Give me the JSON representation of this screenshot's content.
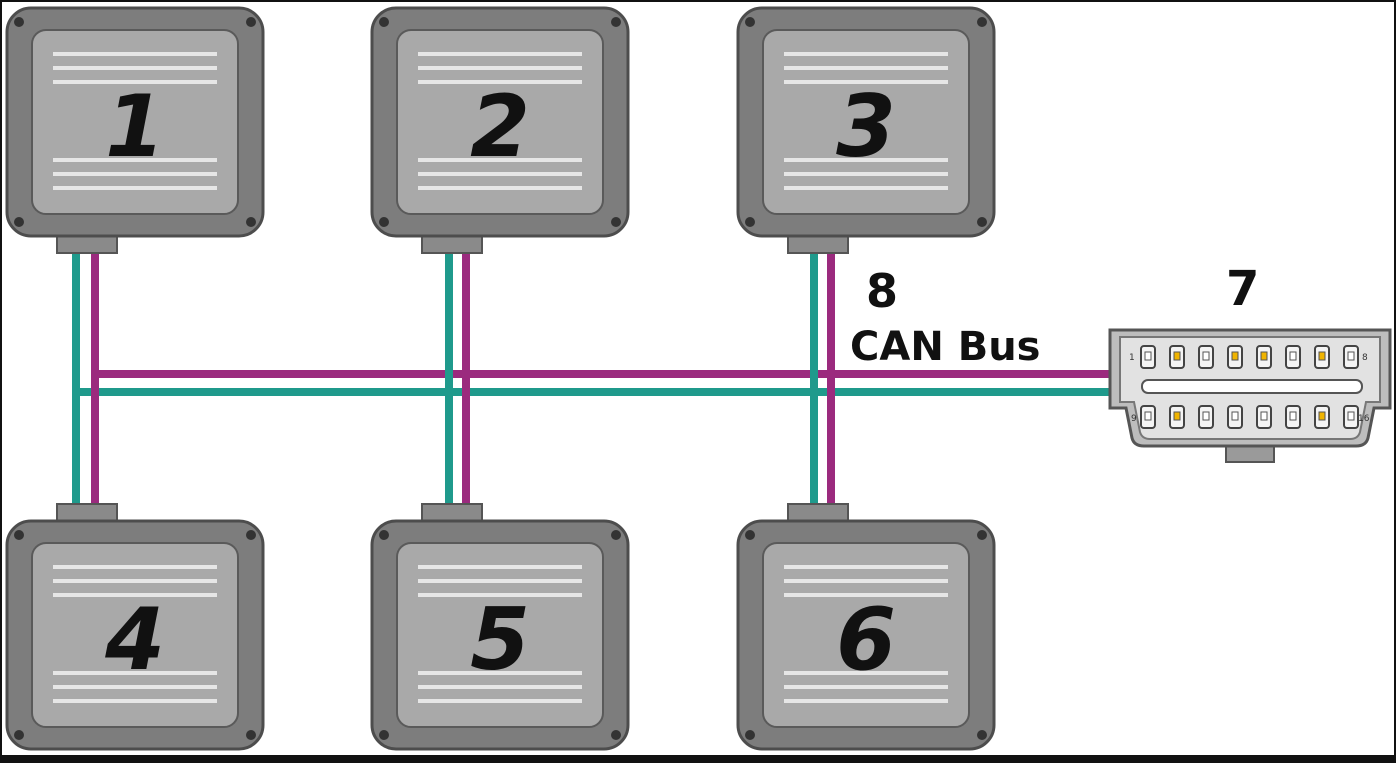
{
  "diagram": {
    "ecus": [
      {
        "label": "1"
      },
      {
        "label": "2"
      },
      {
        "label": "3"
      },
      {
        "label": "4"
      },
      {
        "label": "5"
      },
      {
        "label": "6"
      }
    ],
    "connector": {
      "label": "7",
      "pin_left_top": "1",
      "pin_right_top": "8",
      "pin_left_bottom": "9",
      "pin_right_bottom": "16"
    },
    "bus": {
      "number": "8",
      "name": "CAN Bus"
    },
    "colors": {
      "can_high": "#9b2a7e",
      "can_low": "#1f9a8c",
      "ecu_body": "#7d7d7d",
      "ecu_face": "#a9a9a9",
      "connector_body": "#d7d7d7",
      "pin_active": "#f0b400",
      "background": "#ffffff",
      "frame": "#111111"
    }
  }
}
